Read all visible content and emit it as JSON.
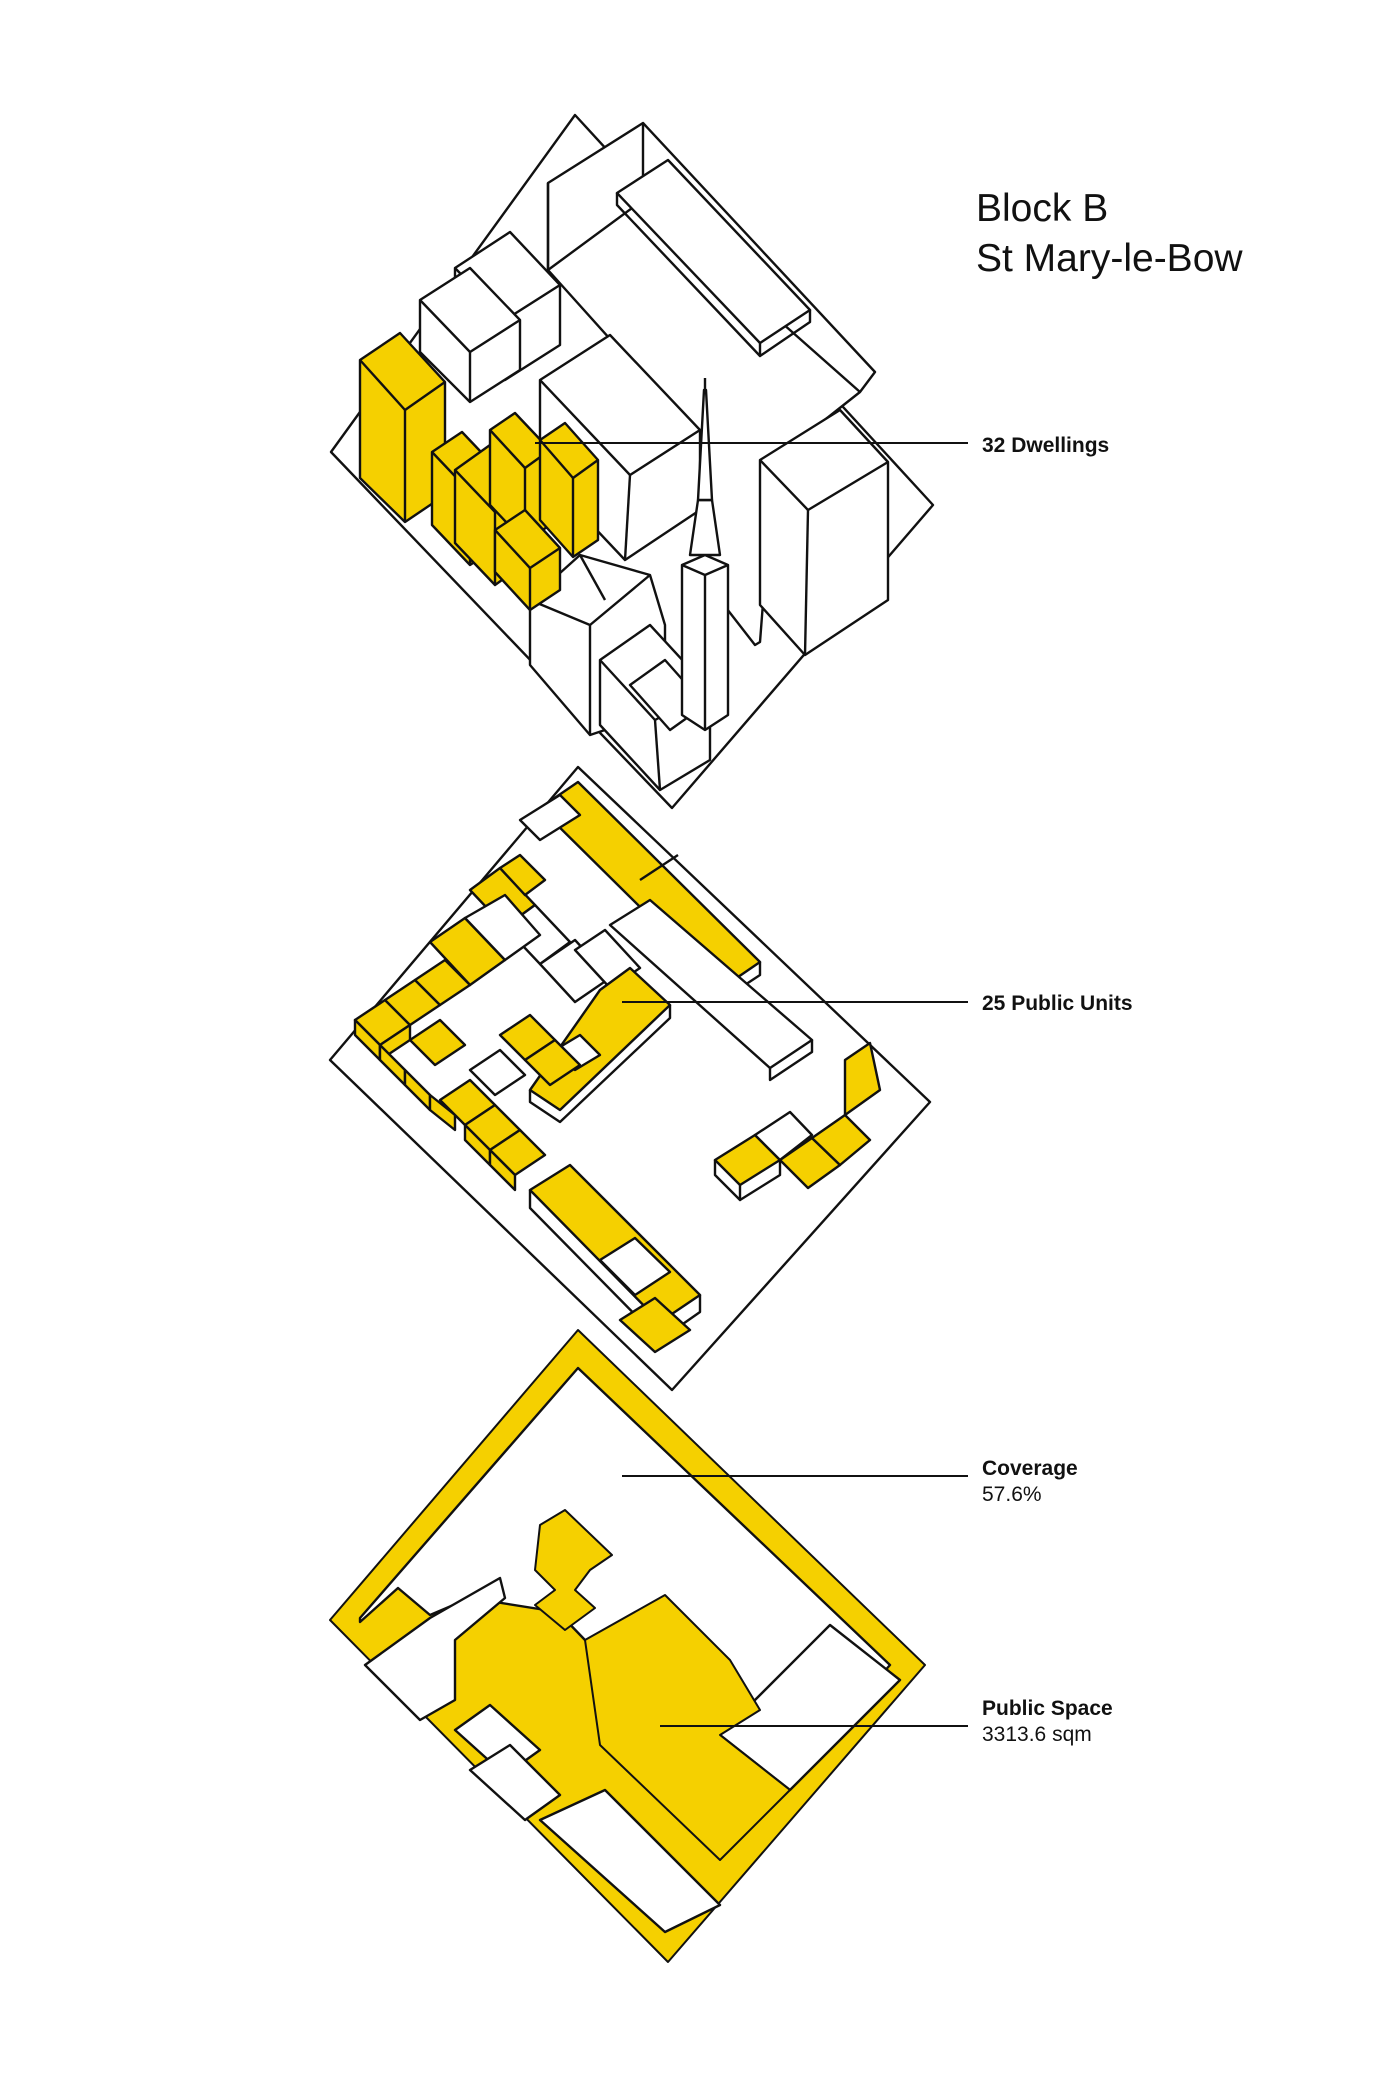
{
  "title": {
    "line1": "Block B",
    "line2": "St Mary-le-Bow"
  },
  "annotations": {
    "dwellings": {
      "label": "32 Dwellings"
    },
    "public_units": {
      "label": "25 Public Units"
    },
    "coverage": {
      "label": "Coverage",
      "value": "57.6%"
    },
    "public_space": {
      "label": "Public Space",
      "value": "3313.6 sqm"
    }
  },
  "colors": {
    "highlight": "#f5d000",
    "ink": "#111111",
    "background": "#ffffff"
  }
}
